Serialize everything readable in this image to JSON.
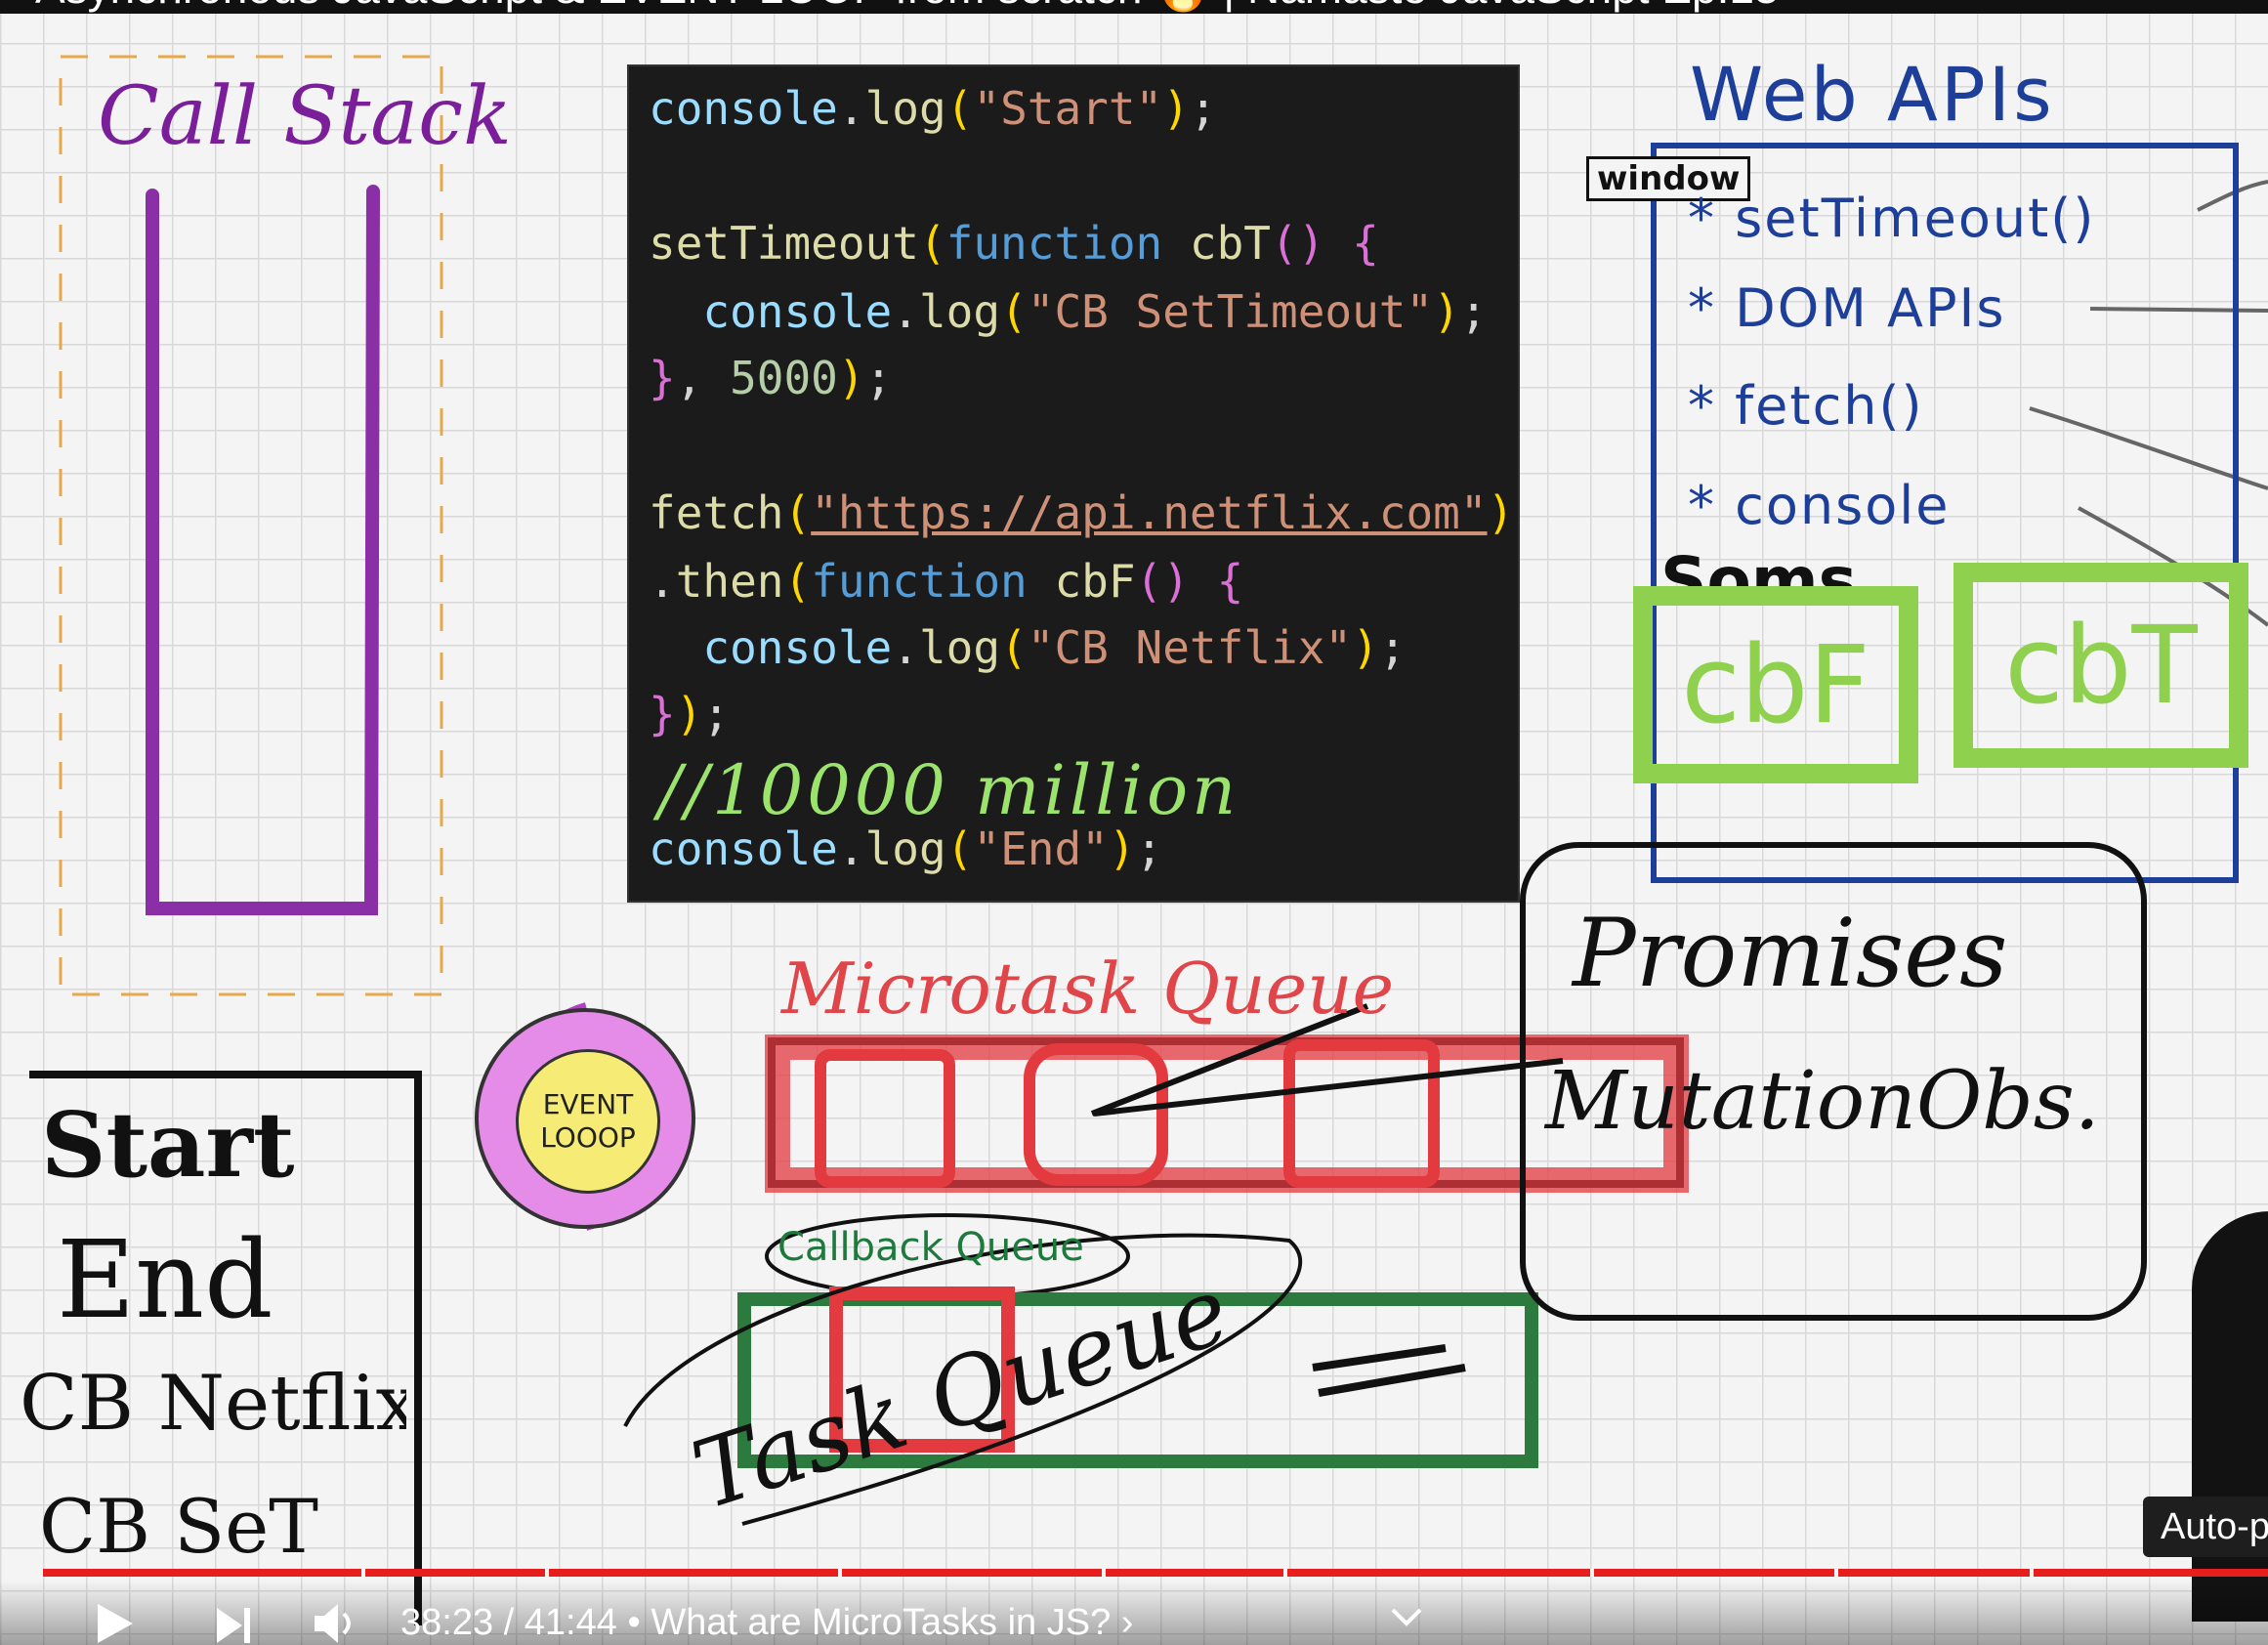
{
  "video": {
    "title": "Asynchronous JavaScript & EVENT LOOP from scratch 🔥 | Namaste JavaScript Ep.15"
  },
  "whiteboard": {
    "call_stack_title": "Call Stack",
    "web_apis_title": "Web APIs",
    "window_label": "window",
    "web_api_items": [
      "* setTimeout()",
      "* DOM APIs",
      "* fetch()",
      "* console"
    ],
    "registered_note": "Soms",
    "callbacks": [
      "cbF",
      "cbT"
    ],
    "event_loop_label": "EVENT LOOOP",
    "microtask_queue_title": "Microtask Queue",
    "promises_label": "Promises",
    "mutation_label": "MutationObs.",
    "callback_queue_title": "Callback Queue",
    "task_queue_note": "Task Queue",
    "console_output": [
      "Start",
      "End",
      "CB Netflix",
      "CB SeT"
    ]
  },
  "code": {
    "handwritten_note": "//10000 million"
  },
  "player": {
    "time_current": "38:23",
    "time_total": "41:44",
    "chapter": "What are MicroTasks in JS?",
    "autoplay_label": "Auto-p",
    "icons": [
      "play-icon",
      "next-icon",
      "volume-icon",
      "chevron-down-icon"
    ]
  }
}
